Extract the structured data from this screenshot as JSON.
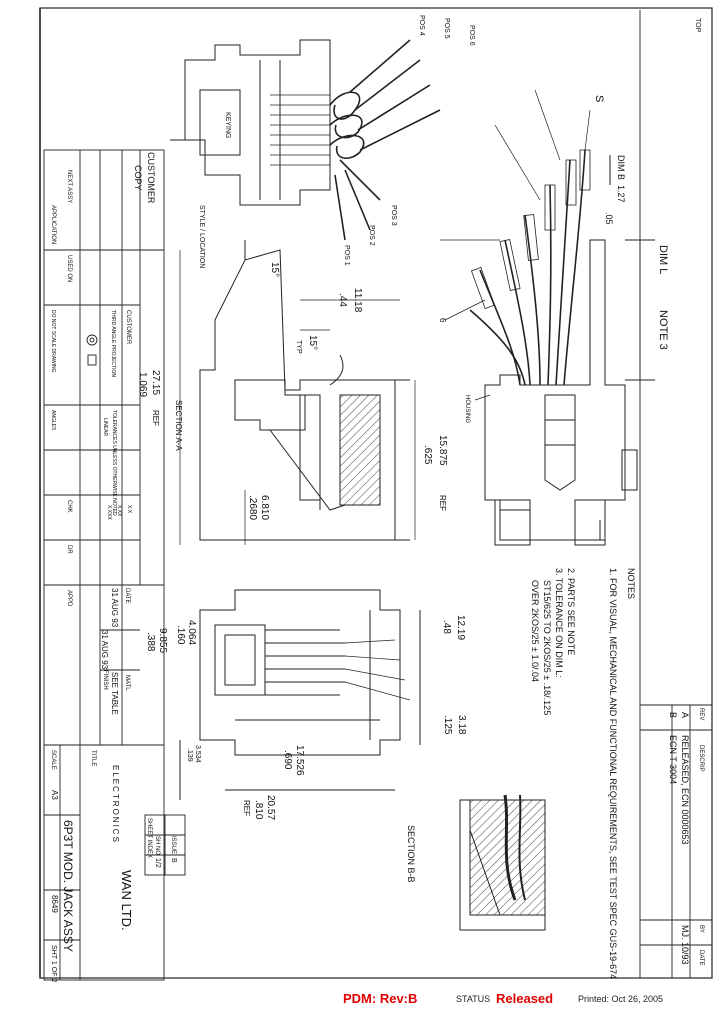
{
  "title_block": {
    "company": "WAN LTD.",
    "company_sub": "ELECTRONICS",
    "title": "6P3T MOD. JACK ASSY",
    "finish": "FINISH",
    "matl": "SEE TABLE",
    "scale": "SCALE",
    "size": "A3",
    "dwg_no": "8649",
    "sheet": "SHT 1 OF 2",
    "sheet_index_hdr": "SHEET INDEX",
    "issue_hdr": "ISSUE",
    "issue_val": "B",
    "sh_no": "SH NO",
    "sh_val": "1/2",
    "customer": "CUSTOMER",
    "copy": "COPY",
    "application": "APPLICATION",
    "next_assy": "NEXT ASSY",
    "used_on": "USED ON",
    "do_not_scale": "DO NOT SCALE DRAWING",
    "third_angle": "THIRD ANGLE PROJECTION",
    "customer_name": "CUSTOMER",
    "tolerances": "TOLERANCES UNLESS OTHERWISE NOTED",
    "linear": "LINEAR",
    "angles": "ANGLES",
    "dr": "DR",
    "chk": "CHK",
    "appd": "APPD",
    "date_hdr": "DATE",
    "date1": "31 AUG 93",
    "date2": "31 AUG 93",
    "tol1": "X.X",
    "tol2": "X.XX",
    "tol3": "X.XXX",
    "title_hdr": "TITLE",
    "matl_hdr": "MATL"
  },
  "notes": {
    "header": "NOTES",
    "items": [
      "1. FOR VISUAL, MECHANICAL AND FUNCTIONAL REQUIREMENTS, SEE TEST SPEC GUS-19-674",
      "2. PARTS SEE NOTE",
      "3. TOLERANCE ON DIM L:",
      "ST15/625 TO 2KOS/25 ± .18/.125",
      "OVER 2KOS/25 ± 1.0/.04"
    ]
  },
  "revisions": {
    "header": "DESCRIP",
    "rows": [
      {
        "rev": "A",
        "desc": "RELEASED, ECN 0000653"
      },
      {
        "rev": "B",
        "desc": "ECN T 3004"
      }
    ],
    "rev_hdr": "REV",
    "by_hdr": "BY",
    "date_hdr": "DATE",
    "by_date": "MJ. 10/93"
  },
  "views": {
    "section_aa": "SECTION A-A",
    "section_bb": "SECTION B-B",
    "pos_1": "POS 1",
    "pos_2": "POS 2",
    "pos_3": "POS 3",
    "pos_4": "POS 4",
    "pos_5": "POS 5",
    "pos_6": "POS 6",
    "keying": "KEYING",
    "style_location": "STYLE / LOCATION",
    "housing": "HOUSING",
    "dim_l": "DIM L",
    "dim_b": "DIM B",
    "note3": "NOTE 3",
    "top": "TOP",
    "s_label": "S",
    "d_label": "6"
  },
  "dimensions": {
    "d1": "27.15",
    "d1b": "1.069",
    "d1ref": "REF",
    "d2": "11.18",
    "d2b": ".44",
    "d3": "15°",
    "d4": "15°",
    "d4typ": "TYP",
    "d5": "15.875",
    "d5b": ".625",
    "d5ref": "REF",
    "d6": "6.810",
    "d6b": ".2680",
    "d7": "4.064",
    "d7b": ".160",
    "d8": "9.855",
    "d8b": ".388",
    "d9": "12.19",
    "d9b": ".48",
    "d10": "3.18",
    "d10b": ".125",
    "d11": "17.526",
    "d11b": ".690",
    "d12": "20.57",
    "d12b": ".810",
    "d12ref": "REF",
    "d13": "3.534",
    "d13b": ".139",
    "dimb1": "1.27",
    "dimb2": ".05",
    "dimb_top": "DIM B"
  },
  "footer": {
    "pdm": "PDM: Rev:B",
    "status_label": "STATUS",
    "status_value": "Released",
    "printed": "Printed: Oct 26, 2005"
  }
}
